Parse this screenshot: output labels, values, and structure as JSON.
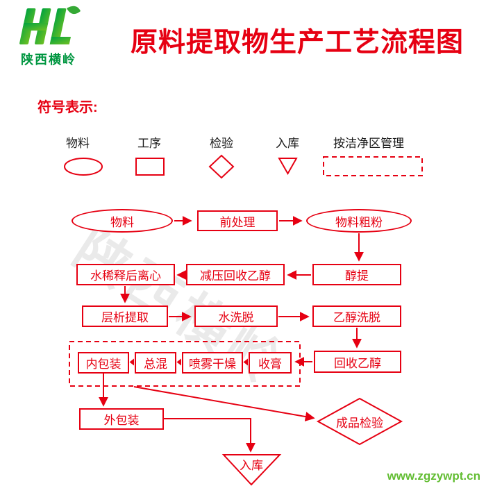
{
  "brand": {
    "logo_text": "陕西横岭",
    "watermark": "陕西横岭",
    "site": "www.zgzywpt.cn"
  },
  "title": "原料提取物生产工艺流程图",
  "legend": {
    "heading": "符号表示:",
    "items": [
      {
        "label": "物料",
        "shape": "ellipse"
      },
      {
        "label": "工序",
        "shape": "rect"
      },
      {
        "label": "检验",
        "shape": "diamond"
      },
      {
        "label": "入库",
        "shape": "triangle-down"
      },
      {
        "label": "按洁净区管理",
        "shape": "dashed-rect"
      }
    ]
  },
  "nodes": {
    "material": "物料",
    "pretreatment": "前处理",
    "coarse_powder": "物料粗粉",
    "alcohol_extraction": "醇提",
    "vacuum_ethanol_recovery": "减压回收乙醇",
    "water_dilution_centrifuge": "水稀释后离心",
    "chromatography_extraction": "层析提取",
    "water_elution": "水洗脱",
    "ethanol_elution": "乙醇洗脱",
    "ethanol_recovery": "回收乙醇",
    "paste_collection": "收膏",
    "spray_drying": "喷雾干燥",
    "total_mixing": "总混",
    "inner_packaging": "内包装",
    "outer_packaging": "外包装",
    "finished_product_inspection": "成品检验",
    "warehousing": "入库"
  },
  "colors": {
    "flow_red": "#e60012",
    "logo_green": "#009640",
    "site_green": "#62bd32"
  }
}
